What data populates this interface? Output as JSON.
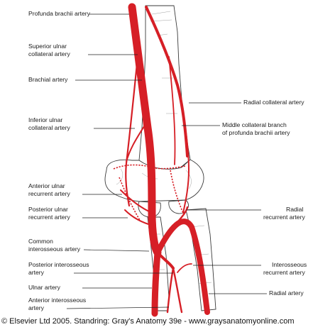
{
  "labels_left": {
    "profunda": "Profunda brachii artery",
    "sup_ulnar_1": "Superior ulnar",
    "sup_ulnar_2": "collateral artery",
    "brachial": "Brachial artery",
    "inf_ulnar_1": "Inferior ulnar",
    "inf_ulnar_2": "collateral artery",
    "ant_ulnar_rec_1": "Anterior ulnar",
    "ant_ulnar_rec_2": "recurrent artery",
    "post_ulnar_rec_1": "Posterior ulnar",
    "post_ulnar_rec_2": "recurrent artery",
    "common_inter_1": "Common",
    "common_inter_2": "interosseous artery",
    "post_inter_1": "Posterior interosseous",
    "post_inter_2": "artery",
    "ulnar": "Ulnar artery",
    "ant_inter_1": "Anterior interosseous",
    "ant_inter_2": "artery"
  },
  "labels_right": {
    "radial_collateral": "Radial collateral artery",
    "middle_collateral_1": "Middle collateral branch",
    "middle_collateral_2": "of profunda brachii artery",
    "radial_rec_1": "Radial",
    "radial_rec_2": "recurrent artery",
    "inter_rec_1": "Interosseous",
    "inter_rec_2": "recurrent artery",
    "radial": "Radial artery"
  },
  "caption": "© Elsevier Ltd 2005. Standring: Gray's Anatomy 39e - www.graysanatomyonline.com",
  "colors": {
    "artery": "#d61f26",
    "bone_outline": "#3a3a3a",
    "leader": "#222222"
  }
}
